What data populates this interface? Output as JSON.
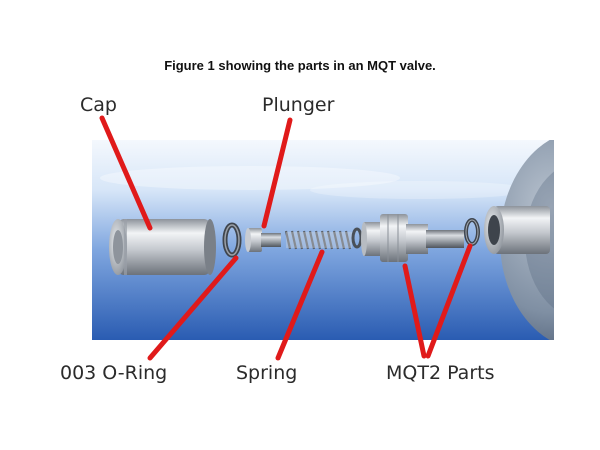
{
  "figure": {
    "caption": "Figure 1 showing the parts in an MQT valve.",
    "labels": {
      "cap": "Cap",
      "plunger": "Plunger",
      "oring": "003 O-Ring",
      "spring": "Spring",
      "mqt2": "MQT2 Parts"
    }
  },
  "colors": {
    "leader_line": "#e01a1a",
    "sky_top": "#e8f1fb",
    "sky_bottom": "#2d5fb3",
    "metal": "#c9cdd3"
  }
}
